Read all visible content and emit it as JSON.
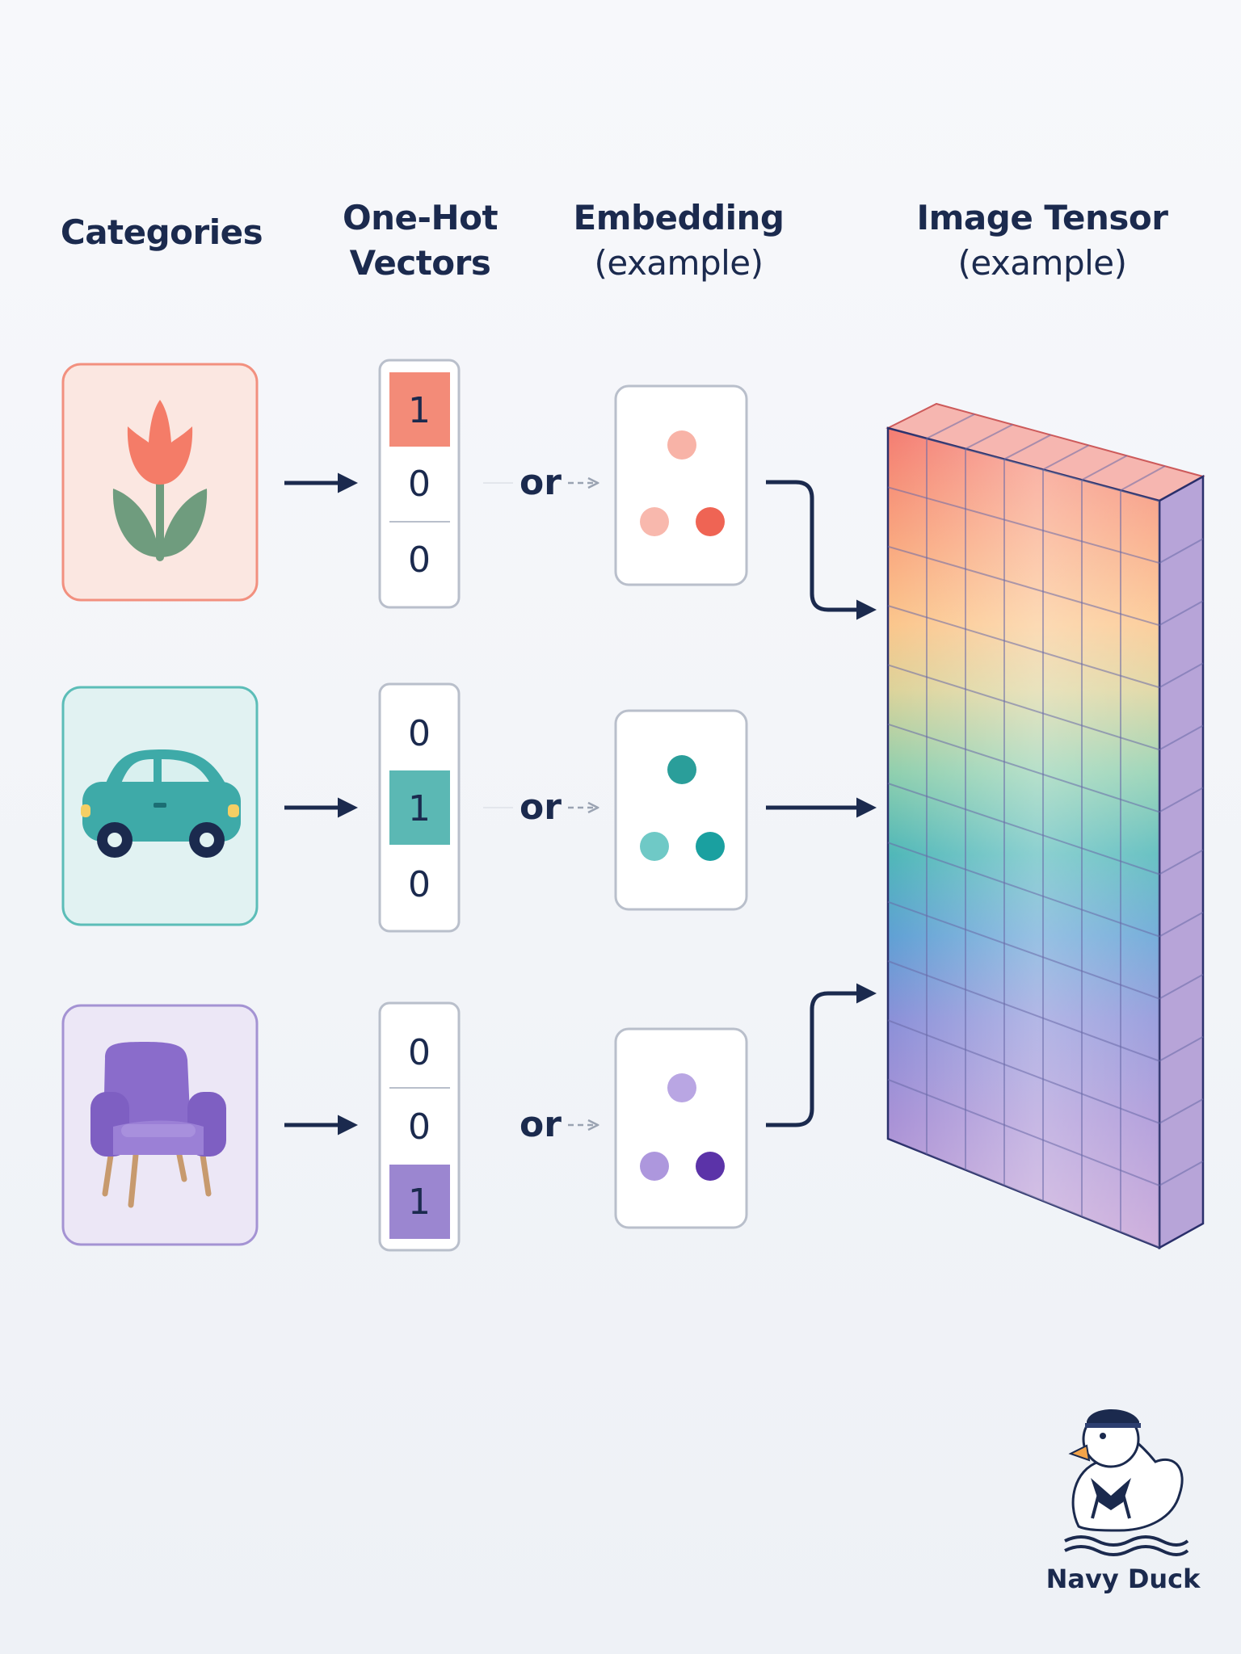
{
  "headers": {
    "categories": "Categories",
    "onehot_line1": "One-Hot",
    "onehot_line2": "Vectors",
    "embedding_line1": "Embedding",
    "embedding_line2": "(example)",
    "tensor_line1": "Image Tensor",
    "tensor_line2": "(example)"
  },
  "rows": [
    {
      "icon": "tulip-icon",
      "onehot": [
        "1",
        "0",
        "0"
      ],
      "hot_index": 0,
      "or_label": "or",
      "accent": "#f38b78",
      "card_bg": "#fbe7e1",
      "card_border": "#f2907f",
      "dots": [
        "#f8b3a7",
        "#f8b8ad",
        "#ef6454"
      ]
    },
    {
      "icon": "car-icon",
      "onehot": [
        "0",
        "1",
        "0"
      ],
      "hot_index": 1,
      "or_label": "or",
      "accent": "#5bb8b4",
      "card_bg": "#e1f2f2",
      "card_border": "#5cbdb8",
      "dots": [
        "#2a9e9a",
        "#6fc9c6",
        "#1aa0a0"
      ]
    },
    {
      "icon": "armchair-icon",
      "onehot": [
        "0",
        "0",
        "1"
      ],
      "hot_index": 2,
      "or_label": "or",
      "accent": "#9b86d0",
      "card_bg": "#ece7f6",
      "card_border": "#a493d3",
      "dots": [
        "#b9a6e3",
        "#ad97dd",
        "#5b33a8"
      ]
    }
  ],
  "brand": {
    "name": "Navy Duck",
    "icon": "sailor-duck-icon"
  },
  "colors": {
    "navy": "#1b2a4e"
  }
}
